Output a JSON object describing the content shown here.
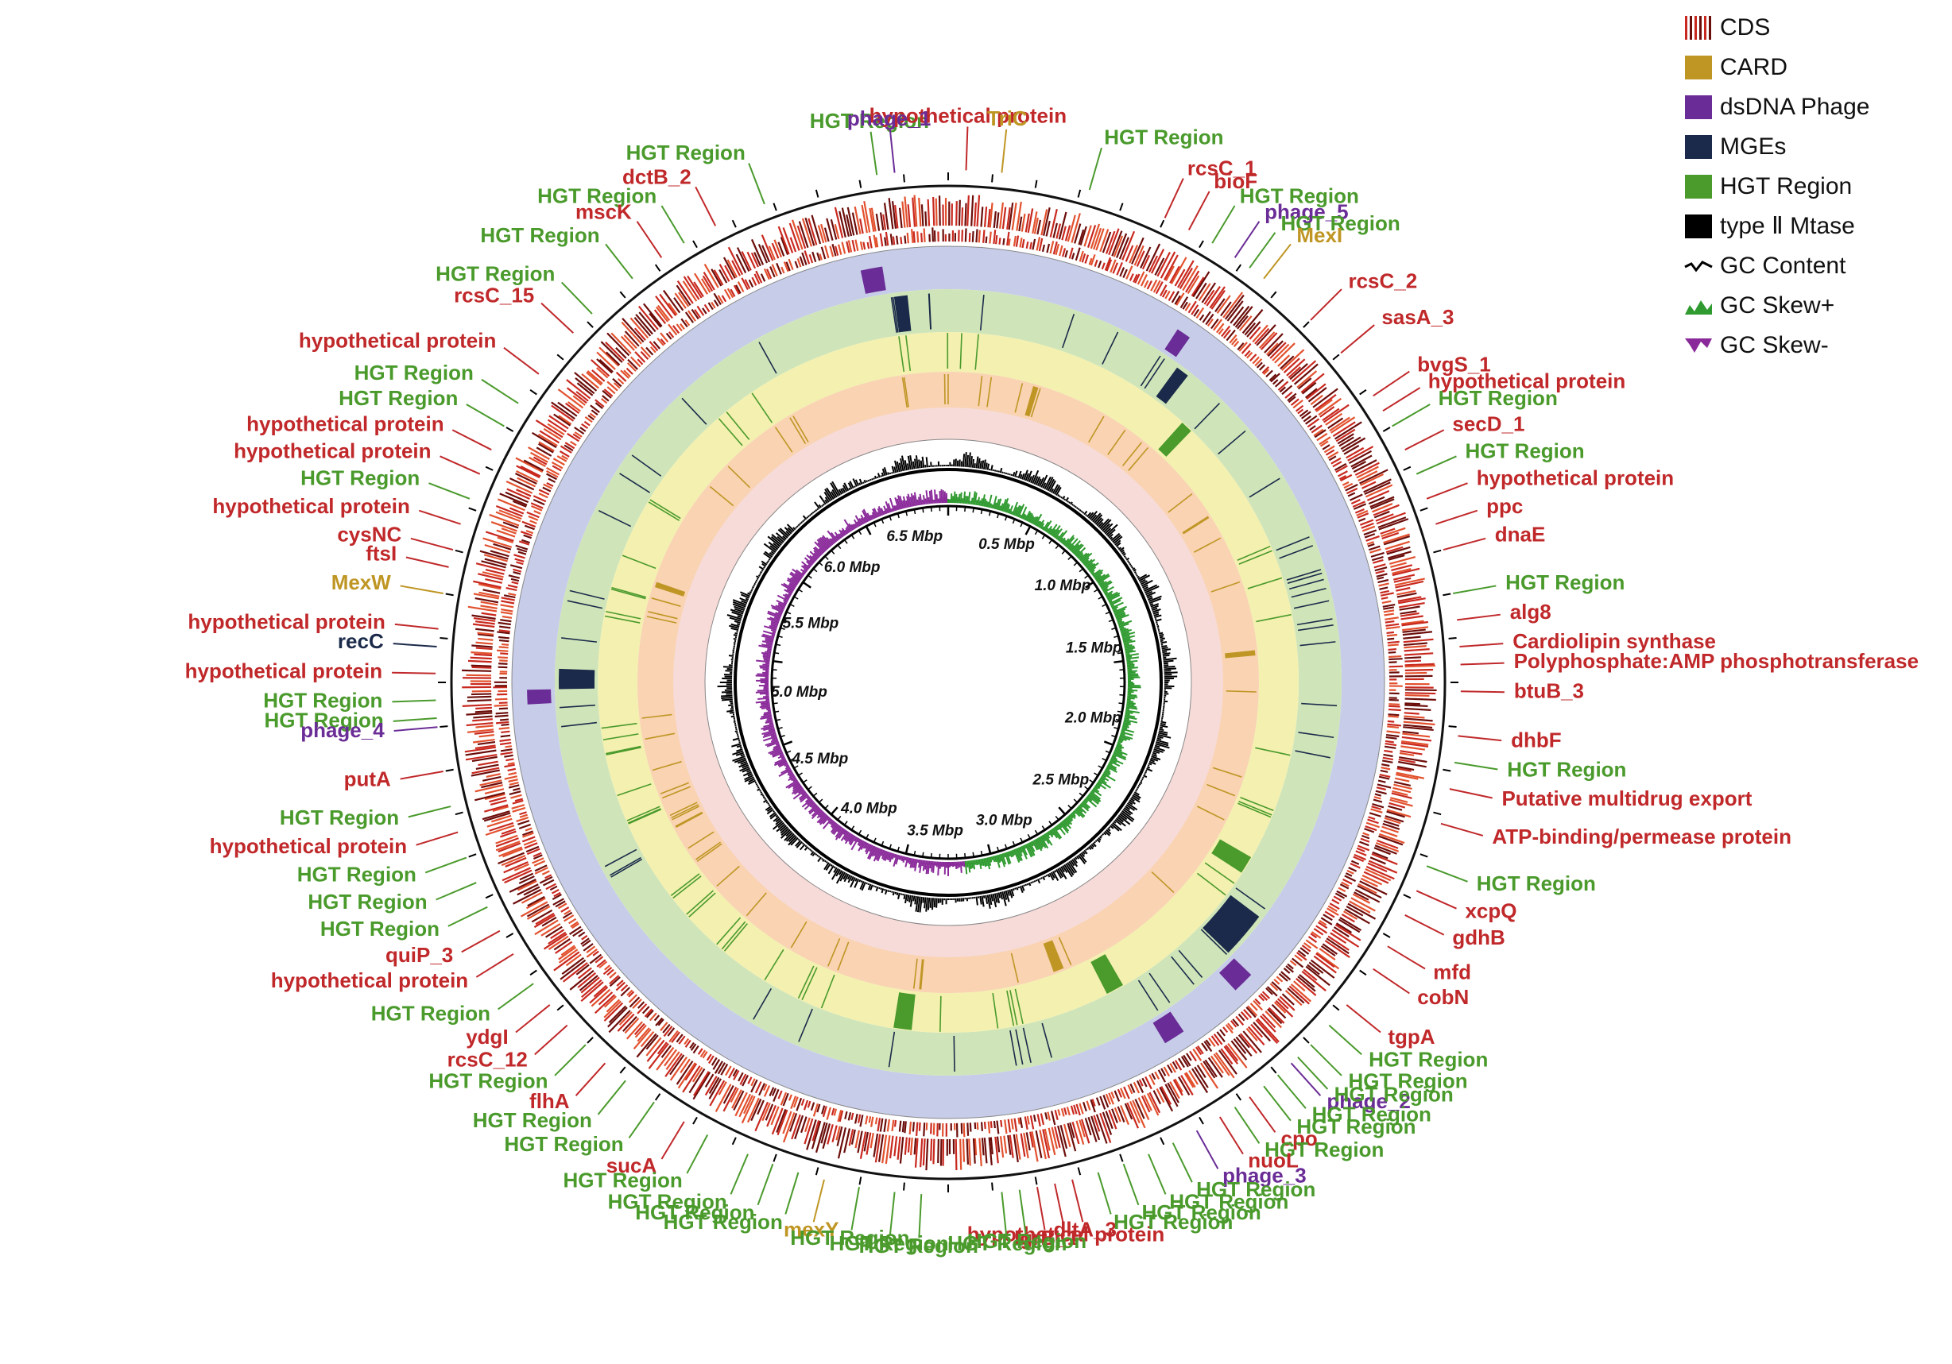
{
  "colors": {
    "cds": "#c8281e",
    "card": "#bf9624",
    "phage": "#6a2c96",
    "mge": "#1b2a4a",
    "hgt": "#4a9a2c",
    "mtase": "#000000",
    "gc_pos": "#2f9a2f",
    "gc_neg": "#8a2a9a",
    "gene": "#c0282a",
    "ring_blue": "#c7cde9",
    "ring_green": "#cfe5b9",
    "ring_yellow": "#f3f0b0",
    "ring_orange": "#f9d3b2",
    "ring_pink": "#f7dbd8"
  },
  "legend": [
    {
      "key": "cds",
      "label": "CDS",
      "icon": "cds-bars-icon"
    },
    {
      "key": "card",
      "label": "CARD",
      "icon": "square-icon"
    },
    {
      "key": "phage",
      "label": "dsDNA Phage",
      "icon": "square-icon"
    },
    {
      "key": "mge",
      "label": "MGEs",
      "icon": "square-icon"
    },
    {
      "key": "hgt",
      "label": "HGT Region",
      "icon": "square-icon"
    },
    {
      "key": "mtase",
      "label": "type Ⅱ Mtase",
      "icon": "square-icon"
    },
    {
      "key": "gc_content",
      "label": "GC Content",
      "icon": "line-icon"
    },
    {
      "key": "gc_pos",
      "label": "GC Skew+",
      "icon": "area-icon"
    },
    {
      "key": "gc_neg",
      "label": "GC Skew-",
      "icon": "area-icon"
    }
  ],
  "mbp_labels": [
    {
      "text": "0.5 Mbp",
      "angle": 23
    },
    {
      "text": "1.0 Mbp",
      "angle": 50
    },
    {
      "text": "1.5 Mbp",
      "angle": 77
    },
    {
      "text": "2.0 Mbp",
      "angle": 104
    },
    {
      "text": "2.5 Mbp",
      "angle": 131
    },
    {
      "text": "3.0 Mbp",
      "angle": 158
    },
    {
      "text": "3.5 Mbp",
      "angle": 185
    },
    {
      "text": "4.0 Mbp",
      "angle": 212
    },
    {
      "text": "4.5 Mbp",
      "angle": 239
    },
    {
      "text": "5.0 Mbp",
      "angle": 266
    },
    {
      "text": "5.5 Mbp",
      "angle": 293
    },
    {
      "text": "6.0 Mbp",
      "angle": 320
    },
    {
      "text": "6.5 Mbp",
      "angle": 347
    }
  ],
  "labels": [
    {
      "text": "HGT Region",
      "type": "hgt",
      "angle": 352
    },
    {
      "text": "HGT Region",
      "type": "hgt",
      "angle": 339
    },
    {
      "text": "hypothetical protein",
      "type": "gene",
      "angle": 2
    },
    {
      "text": "phage_1",
      "type": "phage",
      "angle": 354
    },
    {
      "text": "TriC",
      "type": "card",
      "angle": 6
    },
    {
      "text": "HGT Region",
      "type": "hgt",
      "angle": 16
    },
    {
      "text": "HGT Region",
      "type": "hgt",
      "angle": 329
    },
    {
      "text": "dctB_2",
      "type": "gene",
      "angle": 333
    },
    {
      "text": "HGT Region",
      "type": "hgt",
      "angle": 322
    },
    {
      "text": "mscK",
      "type": "gene",
      "angle": 326
    },
    {
      "text": "rcsC_1",
      "type": "gene",
      "angle": 25
    },
    {
      "text": "bioF",
      "type": "gene",
      "angle": 28
    },
    {
      "text": "HGT Region",
      "type": "hgt",
      "angle": 31
    },
    {
      "text": "phage_5",
      "type": "phage",
      "angle": 34
    },
    {
      "text": "HGT Region",
      "type": "hgt",
      "angle": 36
    },
    {
      "text": "MexI",
      "type": "card",
      "angle": 38
    },
    {
      "text": "HGT Region",
      "type": "hgt",
      "angle": 316
    },
    {
      "text": "rcsC_15",
      "type": "gene",
      "angle": 313
    },
    {
      "text": "rcsC_2",
      "type": "gene",
      "angle": 45
    },
    {
      "text": "sasA_3",
      "type": "gene",
      "angle": 50
    },
    {
      "text": "hypothetical protein",
      "type": "gene",
      "angle": 307
    },
    {
      "text": "HGT Region",
      "type": "hgt",
      "angle": 303
    },
    {
      "text": "HGT Region",
      "type": "hgt",
      "angle": 300
    },
    {
      "text": "hypothetical protein",
      "type": "gene",
      "angle": 297
    },
    {
      "text": "hypothetical protein",
      "type": "gene",
      "angle": 294
    },
    {
      "text": "HGT Region",
      "type": "hgt",
      "angle": 291
    },
    {
      "text": "hypothetical protein",
      "type": "gene",
      "angle": 288
    },
    {
      "text": "cysNC",
      "type": "gene",
      "angle": 285
    },
    {
      "text": "ftsI",
      "type": "gene",
      "angle": 283
    },
    {
      "text": "MexW",
      "type": "card",
      "angle": 280
    },
    {
      "text": "bvgS_1",
      "type": "gene",
      "angle": 56
    },
    {
      "text": "hypothetical protein",
      "type": "gene",
      "angle": 58
    },
    {
      "text": "HGT Region",
      "type": "hgt",
      "angle": 60
    },
    {
      "text": "secD_1",
      "type": "gene",
      "angle": 63
    },
    {
      "text": "HGT Region",
      "type": "hgt",
      "angle": 66
    },
    {
      "text": "hypothetical protein",
      "type": "gene",
      "angle": 69
    },
    {
      "text": "ppc",
      "type": "gene",
      "angle": 72
    },
    {
      "text": "dnaE",
      "type": "gene",
      "angle": 75
    },
    {
      "text": "hypothetical protein",
      "type": "gene",
      "angle": 276
    },
    {
      "text": "recC",
      "type": "mge",
      "angle": 274
    },
    {
      "text": "hypothetical protein",
      "type": "gene",
      "angle": 271
    },
    {
      "text": "HGT Region",
      "type": "hgt",
      "angle": 268
    },
    {
      "text": "HGT Region",
      "type": "hgt",
      "angle": 266
    },
    {
      "text": "phage_4",
      "type": "phage",
      "angle": 265
    },
    {
      "text": "HGT Region",
      "type": "hgt",
      "angle": 80
    },
    {
      "text": "alg8",
      "type": "gene",
      "angle": 83
    },
    {
      "text": "Cardiolipin synthase",
      "type": "gene",
      "angle": 86
    },
    {
      "text": "Polyphosphate:AMP phosphotransferase",
      "type": "gene",
      "angle": 88
    },
    {
      "text": "btuB_3",
      "type": "gene",
      "angle": 91
    },
    {
      "text": "putA",
      "type": "gene",
      "angle": 260
    },
    {
      "text": "HGT Region",
      "type": "hgt",
      "angle": 256
    },
    {
      "text": "hypothetical protein",
      "type": "gene",
      "angle": 253
    },
    {
      "text": "dhbF",
      "type": "gene",
      "angle": 96
    },
    {
      "text": "HGT Region",
      "type": "hgt",
      "angle": 99
    },
    {
      "text": "Putative multidrug export",
      "type": "gene",
      "angle": 102
    },
    {
      "text": "ATP-binding/permease protein",
      "type": "gene",
      "angle": 106
    },
    {
      "text": "HGT Region",
      "type": "hgt",
      "angle": 250
    },
    {
      "text": "HGT Region",
      "type": "hgt",
      "angle": 247
    },
    {
      "text": "HGT Region",
      "type": "hgt",
      "angle": 244
    },
    {
      "text": "quiP_3",
      "type": "gene",
      "angle": 241
    },
    {
      "text": "hypothetical protein",
      "type": "gene",
      "angle": 238
    },
    {
      "text": "HGT Region",
      "type": "hgt",
      "angle": 111
    },
    {
      "text": "xcpQ",
      "type": "gene",
      "angle": 114
    },
    {
      "text": "gdhB",
      "type": "gene",
      "angle": 117
    },
    {
      "text": "HGT Region",
      "type": "hgt",
      "angle": 234
    },
    {
      "text": "ydgI",
      "type": "gene",
      "angle": 231
    },
    {
      "text": "rcsC_12",
      "type": "gene",
      "angle": 228
    },
    {
      "text": "mfd",
      "type": "gene",
      "angle": 121
    },
    {
      "text": "cobN",
      "type": "gene",
      "angle": 124
    },
    {
      "text": "HGT Region",
      "type": "hgt",
      "angle": 225
    },
    {
      "text": "flhA",
      "type": "gene",
      "angle": 222
    },
    {
      "text": "HGT Region",
      "type": "hgt",
      "angle": 219
    },
    {
      "text": "tgpA",
      "type": "gene",
      "angle": 129
    },
    {
      "text": "HGT Region",
      "type": "hgt",
      "angle": 132
    },
    {
      "text": "HGT Region",
      "type": "hgt",
      "angle": 135
    },
    {
      "text": "HGT Region",
      "type": "hgt",
      "angle": 215
    },
    {
      "text": "phage_2",
      "type": "phage",
      "angle": 138
    },
    {
      "text": "sucA",
      "type": "gene",
      "angle": 211
    },
    {
      "text": "HGT Region",
      "type": "hgt",
      "angle": 208
    },
    {
      "text": "HGT Region",
      "type": "hgt",
      "angle": 142
    },
    {
      "text": "cpo",
      "type": "gene",
      "angle": 144
    },
    {
      "text": "HGT Region",
      "type": "hgt",
      "angle": 146
    },
    {
      "text": "nuoL",
      "type": "gene",
      "angle": 148
    },
    {
      "text": "phage_3",
      "type": "phage",
      "angle": 151
    },
    {
      "text": "HGT Region",
      "type": "hgt",
      "angle": 203
    },
    {
      "text": "HGT Region",
      "type": "hgt",
      "angle": 200
    },
    {
      "text": "HGT Region",
      "type": "hgt",
      "angle": 197
    },
    {
      "text": "mexY",
      "type": "card",
      "angle": 194
    },
    {
      "text": "HGT Region",
      "type": "hgt",
      "angle": 190
    },
    {
      "text": "HGT Region",
      "type": "hgt",
      "angle": 186
    },
    {
      "text": "HGT Region",
      "type": "hgt",
      "angle": 183
    },
    {
      "text": "HGT Region",
      "type": "hgt",
      "angle": 154
    },
    {
      "text": "HGT Region",
      "type": "hgt",
      "angle": 157
    },
    {
      "text": "dltA_3",
      "type": "gene",
      "angle": 166
    },
    {
      "text": "hypothetical protein",
      "type": "gene",
      "angle": 168
    },
    {
      "text": "IgrB_1",
      "type": "gene",
      "angle": 170
    },
    {
      "text": "HGT Region",
      "type": "hgt",
      "angle": 160
    },
    {
      "text": "HGT Region",
      "type": "hgt",
      "angle": 163
    },
    {
      "text": "HGT Region",
      "type": "hgt",
      "angle": 172
    },
    {
      "text": "HGT Region",
      "type": "hgt",
      "angle": 174
    },
    {
      "text": "HGT Region",
      "type": "hgt",
      "angle": 140
    },
    {
      "text": "HGT Region",
      "type": "hgt",
      "angle": 137
    }
  ],
  "blocks": [
    {
      "ring": "phage",
      "start": 348,
      "end": 351
    },
    {
      "ring": "phage",
      "start": 33,
      "end": 35
    },
    {
      "ring": "phage",
      "start": 267,
      "end": 269
    },
    {
      "ring": "phage",
      "start": 134,
      "end": 137
    },
    {
      "ring": "phage",
      "start": 146,
      "end": 149
    },
    {
      "ring": "mge",
      "start": 352,
      "end": 354
    },
    {
      "ring": "mge",
      "start": 36,
      "end": 38
    },
    {
      "ring": "mge",
      "start": 127,
      "end": 134
    },
    {
      "ring": "mge",
      "start": 269,
      "end": 272
    },
    {
      "ring": "hgt",
      "start": 42,
      "end": 44
    },
    {
      "ring": "hgt",
      "start": 120,
      "end": 123
    },
    {
      "ring": "hgt",
      "start": 186,
      "end": 189
    },
    {
      "ring": "hgt",
      "start": 150,
      "end": 153
    },
    {
      "ring": "card",
      "start": 16,
      "end": 17
    },
    {
      "ring": "card",
      "start": 158,
      "end": 160
    },
    {
      "ring": "card",
      "start": 288,
      "end": 289
    },
    {
      "ring": "card",
      "start": 84,
      "end": 85
    }
  ]
}
